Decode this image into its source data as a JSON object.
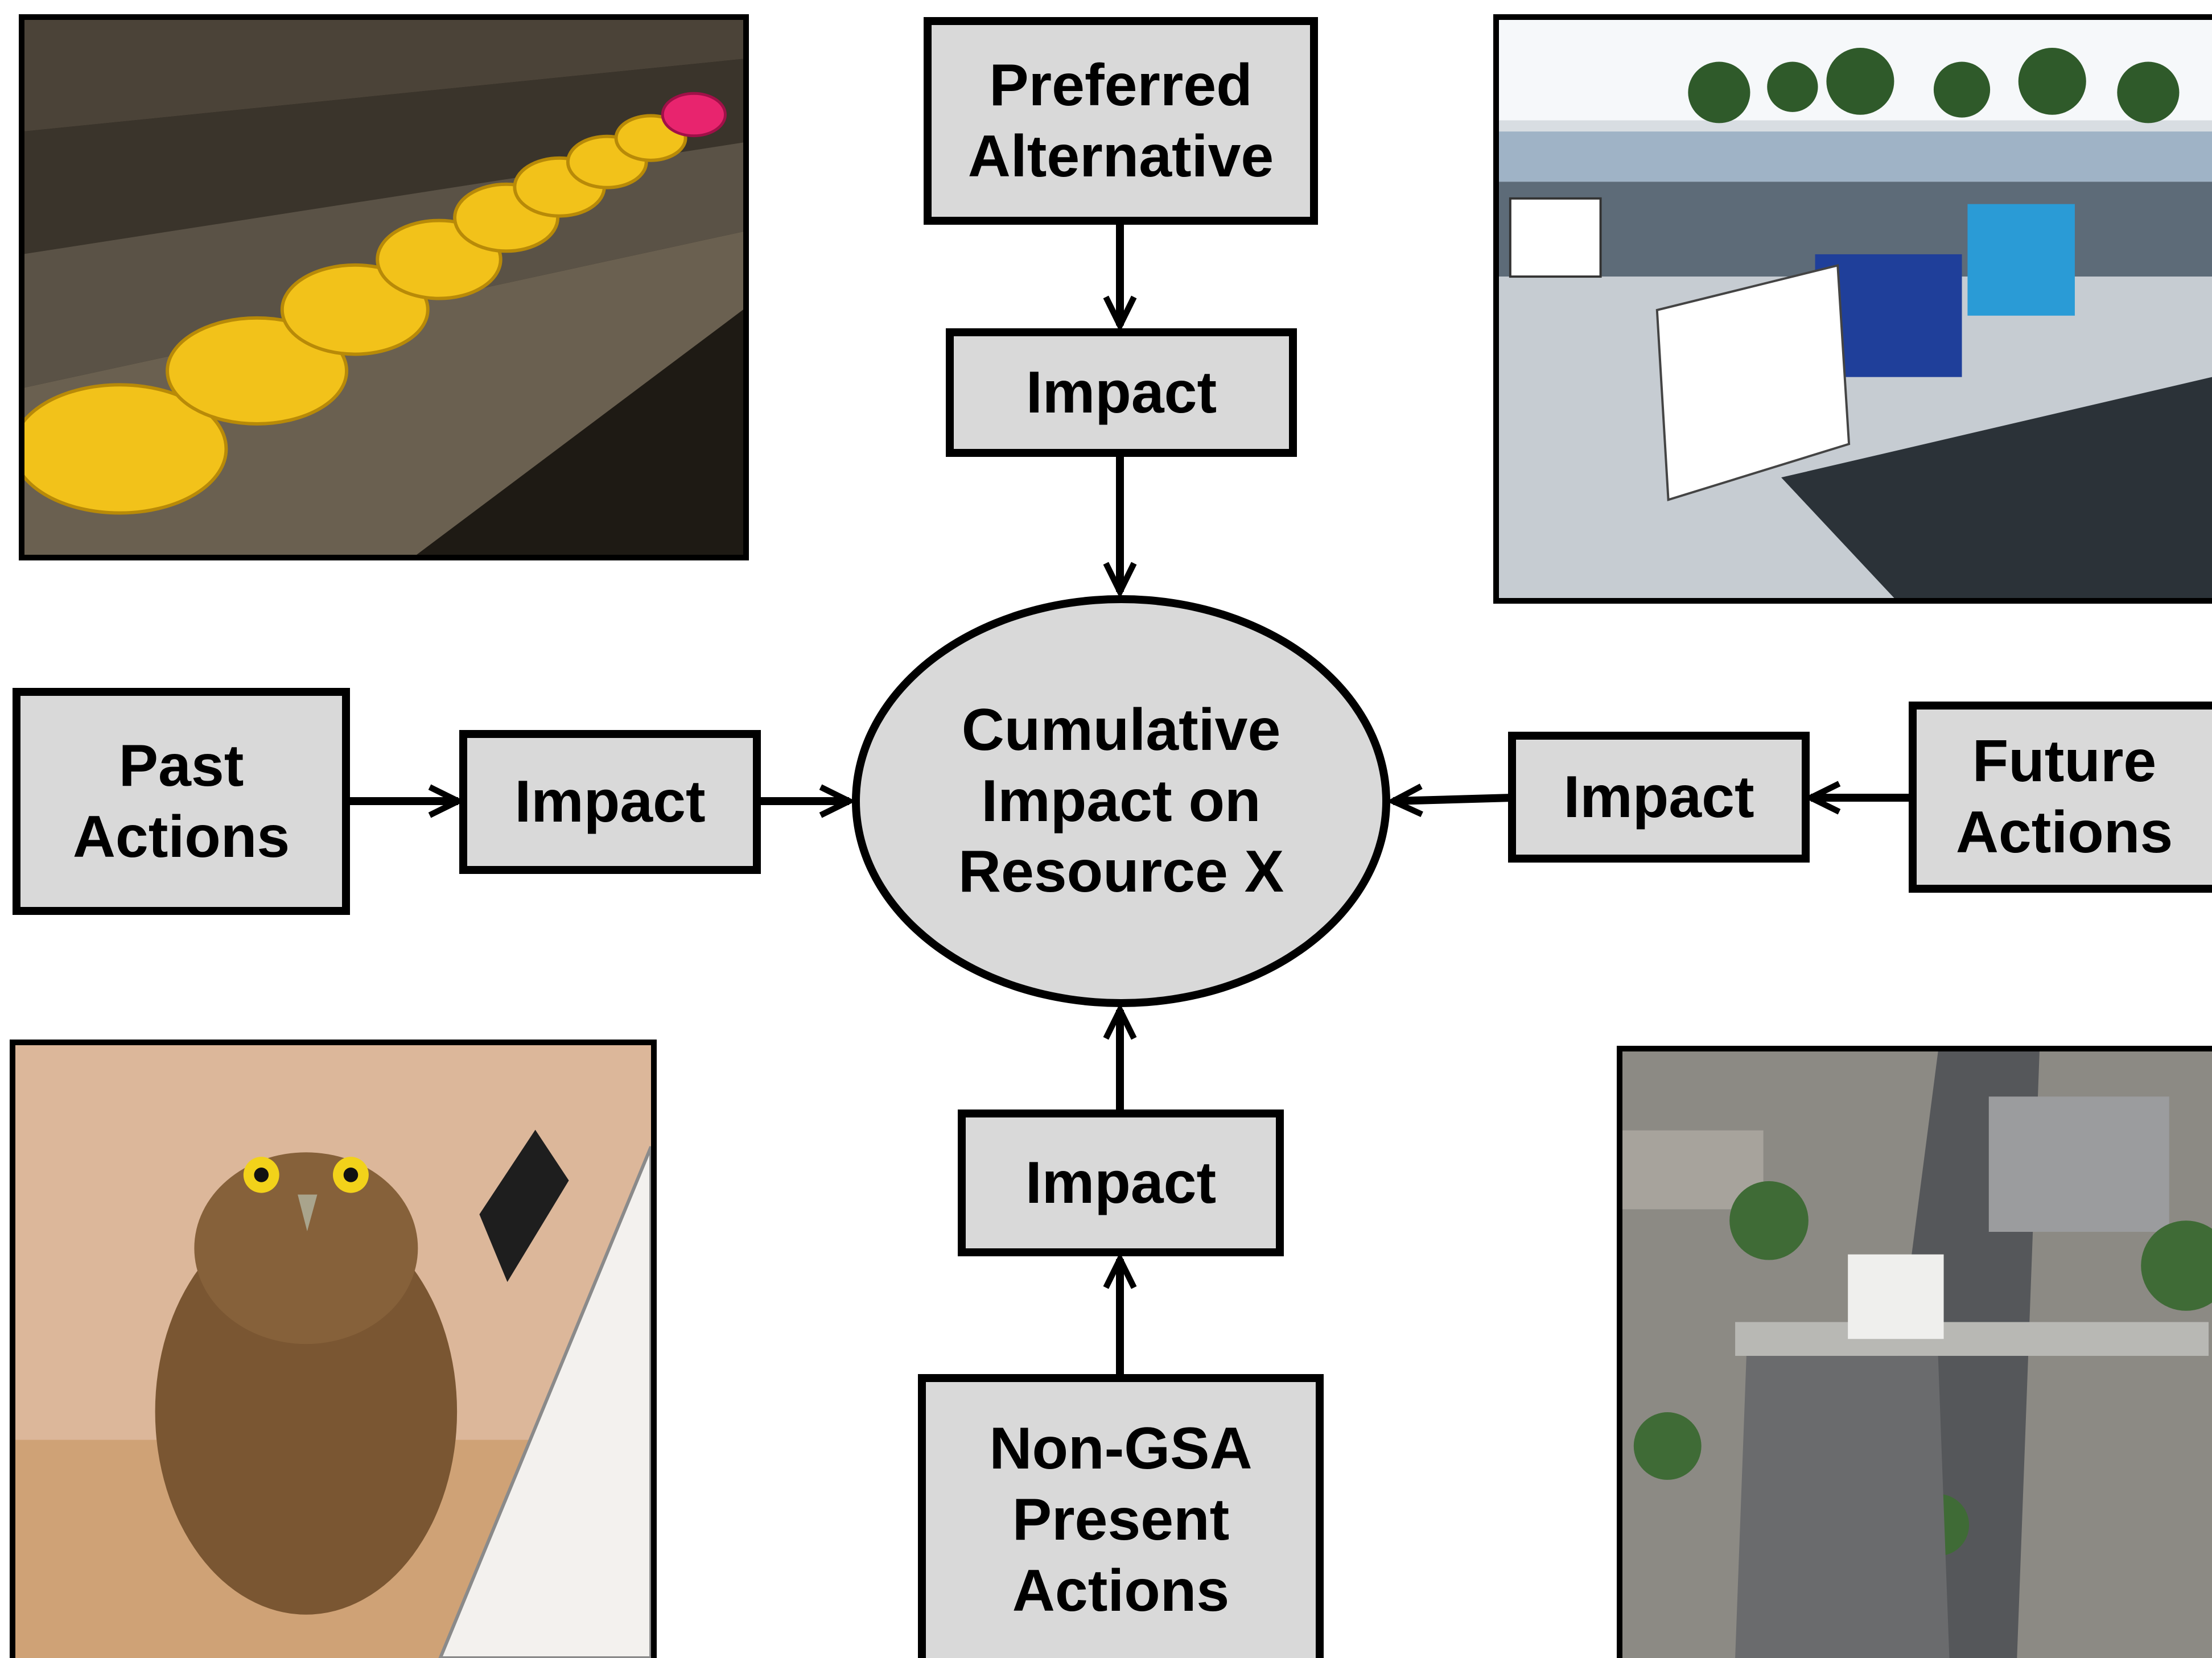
{
  "nodes": {
    "preferred_alternative": "Preferred\nAlternative",
    "impact_top": "Impact",
    "cumulative_impact": "Cumulative\nImpact on\nResource X",
    "past_actions": "Past\nActions",
    "impact_left": "Impact",
    "future_actions": "Future\nActions",
    "impact_right": "Impact",
    "impact_bottom": "Impact",
    "non_gsa_present_actions": "Non-GSA\nPresent\nActions"
  },
  "photos": [
    {
      "subject": "row-of-hard-hats"
    },
    {
      "subject": "semi-trucks-at-loading-docks"
    },
    {
      "subject": "burrowing-owl-on-pipe"
    },
    {
      "subject": "aerial-border-crossing"
    }
  ],
  "colors": {
    "node_fill": "#d9d9d9",
    "node_border": "#000000",
    "arrow": "#000000",
    "background": "#ffffff"
  }
}
